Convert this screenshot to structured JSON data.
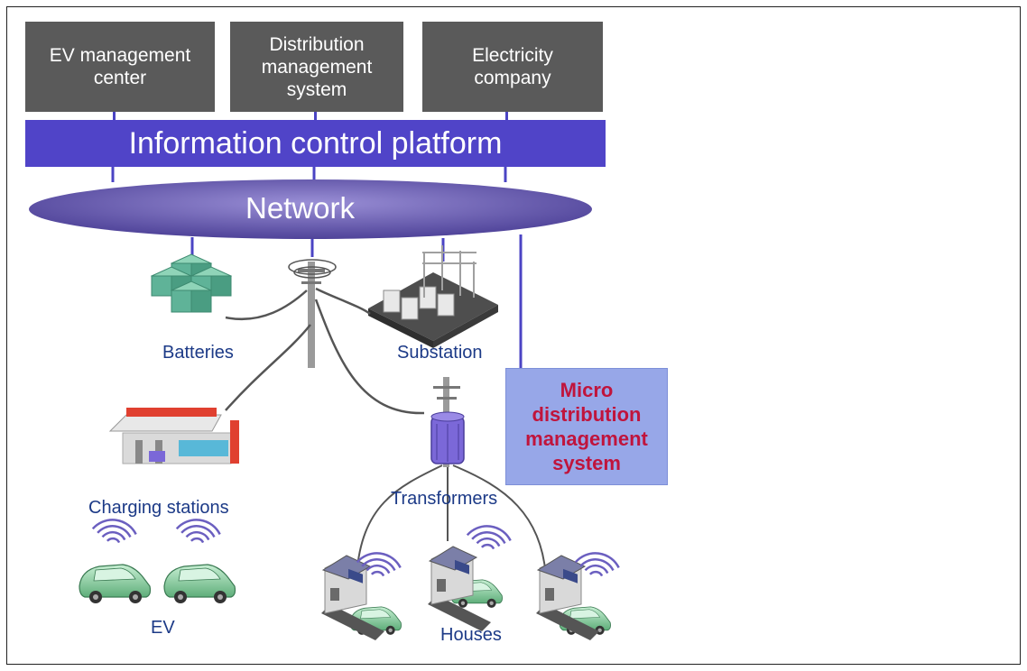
{
  "top_boxes": {
    "ev_center": "EV management\ncenter",
    "distribution": "Distribution\nmanagement\nsystem",
    "electricity": "Electricity\ncompany"
  },
  "platform": {
    "label": "Information control platform"
  },
  "network": {
    "label": "Network"
  },
  "labels": {
    "batteries": "Batteries",
    "substation": "Substation",
    "charging_stations": "Charging  stations",
    "transformers": "Transformers",
    "ev": "EV",
    "houses": "Houses"
  },
  "micro_box": {
    "label": "Micro\ndistribution\nmanagement\nsystem"
  },
  "colors": {
    "top_box": "#5a5a5a",
    "platform": "#5044c8",
    "network": "#6b60b0",
    "label_text": "#1c3a87",
    "micro_text": "#c0143c",
    "micro_fill": "#97a7e8",
    "battery": "#5fb398",
    "car": "#8fd4a8",
    "signal": "#6b5fc0"
  }
}
